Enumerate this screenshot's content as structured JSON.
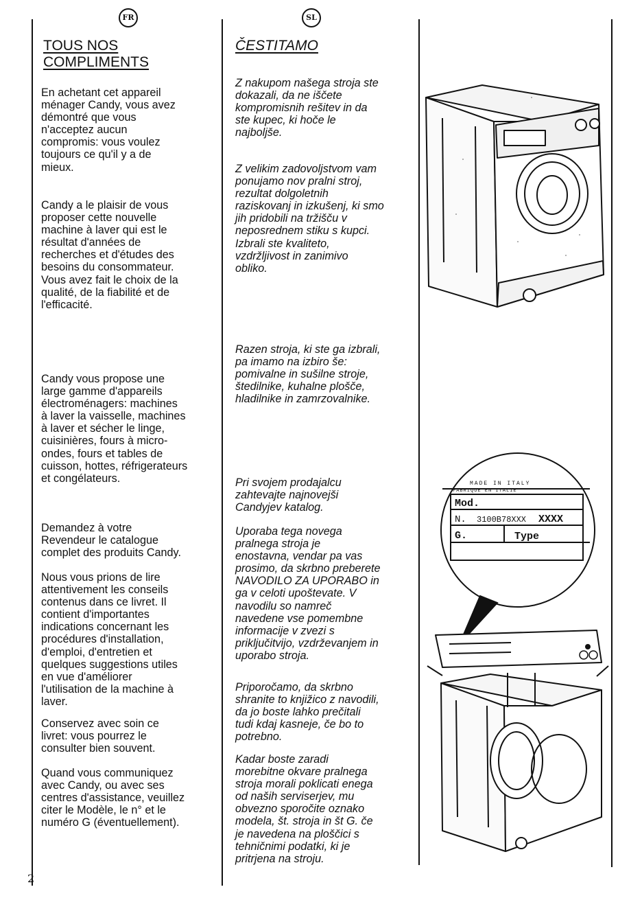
{
  "page_number": "2",
  "fr": {
    "badge": "FR",
    "title_lines": [
      "TOUS NOS",
      "COMPLIMENTS"
    ],
    "paragraphs": [
      "En achetant cet appareil\nménager Candy, vous avez\ndémontré que vous\nn'acceptez aucun\ncompromis: vous voulez\ntoujours ce qu'il y a de\nmieux.",
      "Candy a le plaisir de vous\nproposer cette nouvelle\nmachine à laver qui est le\nrésultat d'années de\nrecherches et d'études des\nbesoins du consommateur.\nVous avez fait le choix de la\nqualité, de la fiabilité et de\nl'efficacité.",
      "Candy vous propose une\nlarge gamme d'appareils\nélectroménagers: machines\nà laver la vaisselle, machines\nà laver et sécher le linge,\ncuisinières, fours à micro-\nondes, fours et tables de\ncuisson, hottes, réfrigerateurs\net congélateurs.",
      "Demandez à votre\nRevendeur le catalogue\ncomplet des produits Candy.",
      "Nous vous prions de lire\nattentivement les conseils\ncontenus dans ce livret. Il\ncontient d'importantes\nindications concernant les\nprocédures d'installation,\nd'emploi, d'entretien et\nquelques suggestions utiles\nen vue d'améliorer\nl'utilisation de la machine à\nlaver.",
      "Conservez avec soin ce\nlivret: vous pourrez le\nconsulter bien souvent.",
      "Quand vous communiquez\navec Candy, ou avec ses\ncentres d'assistance, veuillez\nciter le Modèle, le n° et le\nnuméro G (éventuellement)."
    ]
  },
  "sl": {
    "badge": "SL",
    "title": "ČESTITAMO",
    "paragraphs": [
      "Z nakupom našega stroja ste\ndokazali, da ne iščete\nkompromisnih rešitev in da\nste kupec, ki hoče le\nnajboljše.",
      "Z velikim zadovoljstvom vam\nponujamo nov pralni stroj,\nrezultat dolgoletnih\nraziskovanj in izkušenj, ki smo\njih pridobili na tržišču v\nneposrednem stiku s kupci.\nIzbrali ste kvaliteto,\nvzdržljivost in zanimivo\nobliko.",
      "Razen stroja, ki ste ga izbrali,\npa imamo na izbiro še:\npomivalne in sušilne stroje,\nštedilnike, kuhalne plošče,\nhladilnike in zamrzovalnike.",
      "Pri svojem prodajalcu\nzahtevajte najnovejši\nCandyjev katalog.",
      "Uporaba tega novega\npralnega stroja je\nenostavna, vendar pa vas\nprosimo, da skrbno preberete\nNAVODILO ZA UPORABO in\nga v celoti upoštevate. V\nnavodilu so namreč\nnavedene vse pomembne\ninformacije v zvezi s\npriključitvijo, vzdrževanjem in\nuporabo stroja.",
      "Priporočamo, da skrbno\nshranite to knjižico z navodili,\nda jo boste lahko prečitali\ntudi kdaj kasneje, če bo to\npotrebno.",
      "Kadar boste zaradi\nmorebitne okvare pralnega\nstroja morali poklicati enega\nod naših serviserjev, mu\nobvezno sporočite oznako\nmodela, št. stroja in št G. če\nje navedena na ploščici s\ntehničnimi podatki, ki je\npritrjena na stroju."
    ]
  },
  "plate": {
    "header1": "MADE IN ITALY",
    "header2": "FABRIQUE EN ITALIE",
    "mod_label": "Mod.",
    "n_label": "N.",
    "serial": "3100B78XXX",
    "xxxx": "XXXX",
    "g_label": "G.",
    "type_label": "Type"
  },
  "icons": [
    "washing-machine-illustration",
    "rating-plate-magnifier",
    "washing-machine-door-open-illustration"
  ]
}
